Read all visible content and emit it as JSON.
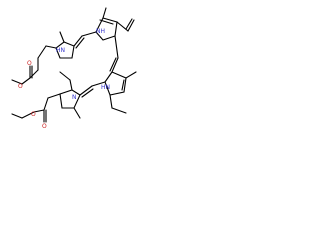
{
  "molecule": {
    "atom_labels": [
      {
        "id": "nh-top",
        "text": "NH"
      },
      {
        "id": "hn-left",
        "text": "HN"
      },
      {
        "id": "hn-bottom",
        "text": "HN"
      },
      {
        "id": "n-bottom-left",
        "text": "N"
      },
      {
        "id": "o1",
        "text": "O"
      },
      {
        "id": "o2",
        "text": "O"
      },
      {
        "id": "o3",
        "text": "O"
      },
      {
        "id": "o4",
        "text": "O"
      }
    ]
  },
  "colors": {
    "bond": "#000000",
    "nitrogen": "#3333cc",
    "oxygen": "#cc2222"
  }
}
